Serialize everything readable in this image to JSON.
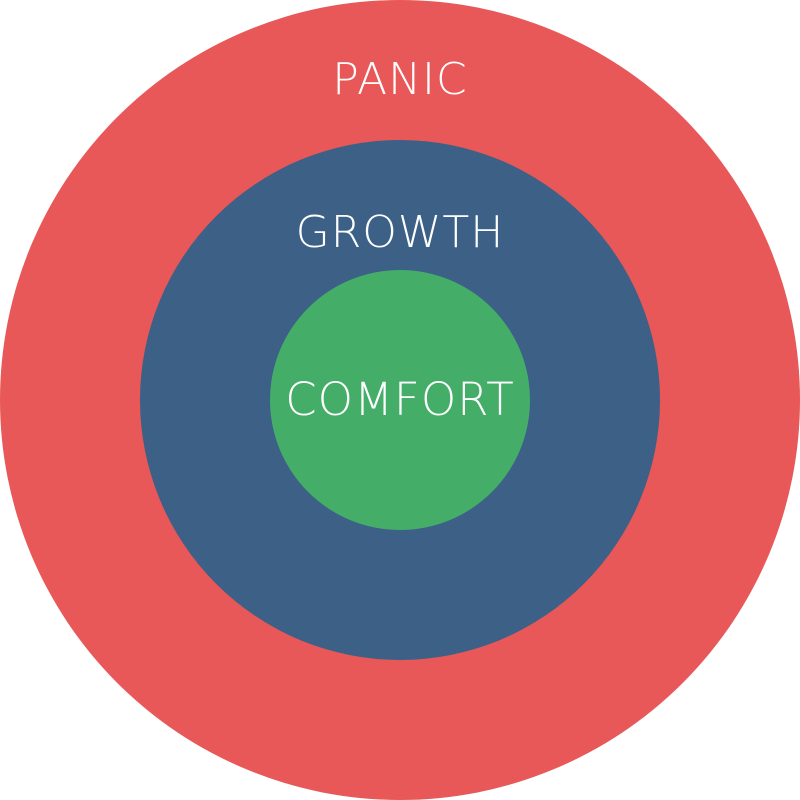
{
  "zones": {
    "outer": {
      "label": "PANIC",
      "color": "#E85858"
    },
    "middle": {
      "label": "GROWTH",
      "color": "#3D6186"
    },
    "inner": {
      "label": "COMFORT",
      "color": "#44AE68"
    }
  },
  "text_color": "#FFFFFF"
}
